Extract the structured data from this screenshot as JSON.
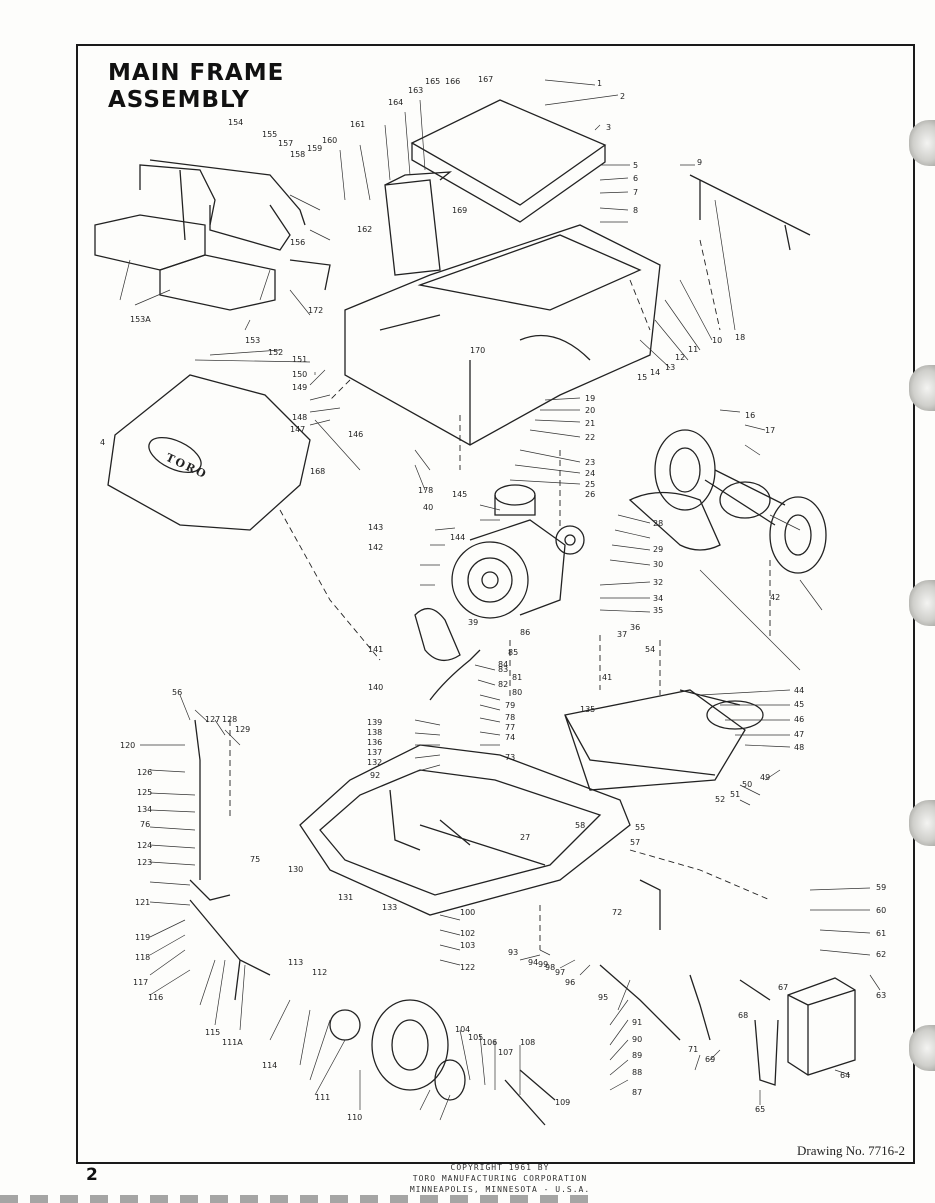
{
  "title": {
    "line1": "MAIN FRAME",
    "line2": "ASSEMBLY"
  },
  "drawing_number": "Drawing No. 7716-2",
  "page_number": "2",
  "copyright": {
    "line1": "COPYRIGHT 1961 BY",
    "line2": "TORO MANUFACTURING CORPORATION",
    "line3": "MINNEAPOLIS, MINNESOTA - U.S.A."
  },
  "brand_mark": "TORO",
  "part_labels": [
    "1",
    "2",
    "3",
    "4",
    "5",
    "6",
    "7",
    "8",
    "9",
    "10",
    "11",
    "12",
    "13",
    "14",
    "15",
    "16",
    "17",
    "18",
    "19",
    "20",
    "21",
    "22",
    "23",
    "24",
    "25",
    "26",
    "27",
    "28",
    "29",
    "30",
    "32",
    "34",
    "35",
    "36",
    "37",
    "39",
    "40",
    "41",
    "42",
    "44",
    "45",
    "46",
    "47",
    "48",
    "49",
    "50",
    "51",
    "52",
    "54",
    "55",
    "56",
    "57",
    "58",
    "59",
    "60",
    "61",
    "62",
    "63",
    "64",
    "65",
    "67",
    "68",
    "69",
    "71",
    "72",
    "73",
    "74",
    "75",
    "76",
    "77",
    "78",
    "79",
    "80",
    "81",
    "82",
    "83",
    "84",
    "85",
    "86",
    "87",
    "88",
    "89",
    "90",
    "91",
    "92",
    "93",
    "94",
    "95",
    "96",
    "97",
    "98",
    "99",
    "100",
    "102",
    "103",
    "104",
    "105",
    "106",
    "107",
    "108",
    "109",
    "110",
    "111",
    "111A",
    "112",
    "113",
    "114",
    "115",
    "116",
    "117",
    "118",
    "119",
    "120",
    "121",
    "122",
    "123",
    "124",
    "125",
    "126",
    "127",
    "128",
    "129",
    "130",
    "131",
    "132",
    "133",
    "134",
    "135",
    "136",
    "137",
    "138",
    "139",
    "140",
    "141",
    "142",
    "143",
    "144",
    "145",
    "146",
    "147",
    "148",
    "149",
    "150",
    "151",
    "152",
    "153",
    "153A",
    "154",
    "155",
    "156",
    "157",
    "158",
    "159",
    "160",
    "161",
    "162",
    "163",
    "164",
    "165",
    "166",
    "167",
    "168",
    "169",
    "170",
    "172",
    "178"
  ]
}
